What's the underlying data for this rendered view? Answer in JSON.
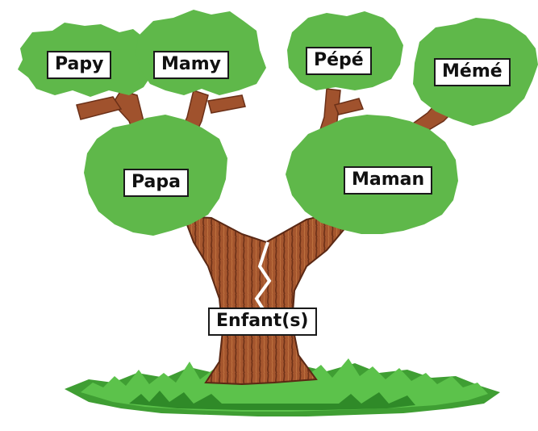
{
  "diagram": {
    "labels": {
      "papy": "Papy",
      "mamy": "Mamy",
      "pepe": "Pépé",
      "meme": "Mémé",
      "papa": "Papa",
      "maman": "Maman",
      "enfants": "Enfant(s)"
    },
    "colors": {
      "foliage": "#5fb84a",
      "foliage_shade": "#4a9a38",
      "trunk": "#a0522d",
      "trunk_dark": "#6b3018",
      "grass": "#4caf3c",
      "grass_dark": "#2f8a28"
    }
  }
}
